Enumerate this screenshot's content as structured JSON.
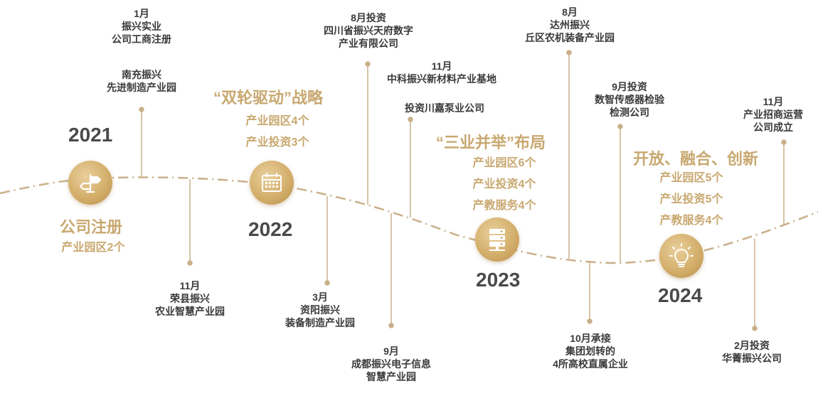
{
  "years": [
    "2021",
    "2022",
    "2023",
    "2024"
  ],
  "themes": {
    "y2021": "公司注册",
    "y2022": "“双轮驱动”战略",
    "y2023": "“三业并举”布局",
    "y2024": "开放、融合、创新"
  },
  "stats": {
    "y2021": [
      "产业园区2个"
    ],
    "y2022": [
      "产业园区4个",
      "产业投资3个"
    ],
    "y2023": [
      "产业园区6个",
      "产业投资4个",
      "产教服务4个"
    ],
    "y2024": [
      "产业园区5个",
      "产业投资5个",
      "产教服务4个"
    ]
  },
  "events": {
    "e1": [
      "1月",
      "振兴实业",
      "公司工商注册"
    ],
    "e2": [
      "南充振兴",
      "先进制造产业园"
    ],
    "e3": [
      "11月",
      "荣县振兴",
      "农业智慧产业园"
    ],
    "e4": [
      "3月",
      "资阳振兴",
      "装备制造产业园"
    ],
    "e5": [
      "8月投资",
      "四川省振兴天府数字",
      "产业有限公司"
    ],
    "e6": [
      "9月",
      "成都振兴电子信息",
      "智慧产业园"
    ],
    "e7": [
      "11月",
      "中科振兴新材料产业基地"
    ],
    "e8": [
      "投资川嘉泵业公司"
    ],
    "e9": [
      "8月",
      "达州振兴",
      "丘区农机装备产业园"
    ],
    "e10": [
      "10月承接",
      "集团划转的",
      "4所高校直属企业"
    ],
    "e11": [
      "9月投资",
      "数智传感器检验",
      "检测公司"
    ],
    "e12": [
      "11月",
      "产业招商运营",
      "公司成立"
    ],
    "e13": [
      "2月投资",
      "华菁振兴公司"
    ]
  },
  "icons": [
    "signpost-icon",
    "calendar-icon",
    "server-icon",
    "lightbulb-icon"
  ],
  "colors": {
    "gold": "#c8a870",
    "line": "#c9b08a",
    "text": "#3a3a3a",
    "year": "#4a4a4a"
  }
}
